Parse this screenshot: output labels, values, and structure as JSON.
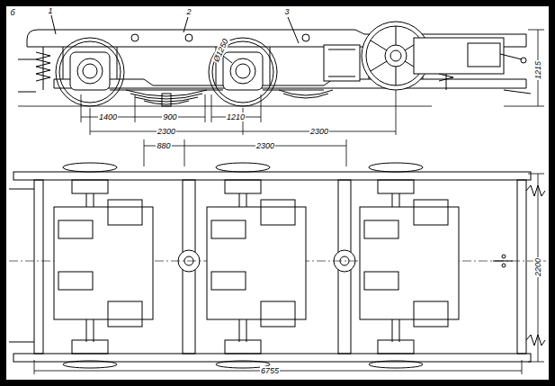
{
  "diagram": {
    "labels": [
      "б",
      "1",
      "2",
      "3",
      "Ø1250",
      "1400",
      "900",
      "1210",
      "2300",
      "2300",
      "1215",
      "880",
      "2300",
      "2200",
      "6755"
    ]
  }
}
